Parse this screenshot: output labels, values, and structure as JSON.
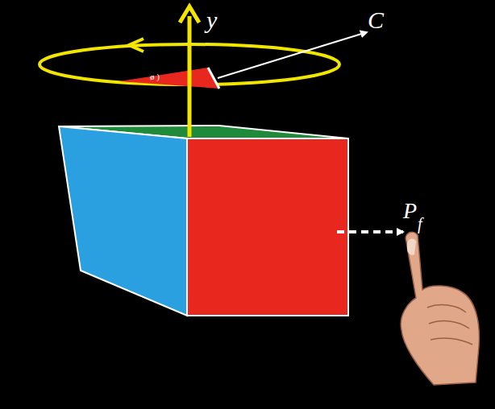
{
  "diagram": {
    "labels": [
      "y",
      "C",
      "ø )",
      "P",
      "f"
    ]
  }
}
